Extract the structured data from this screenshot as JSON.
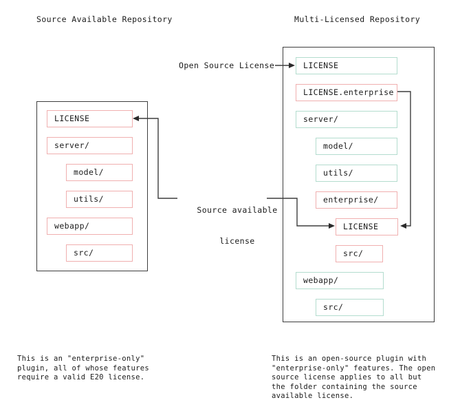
{
  "colors": {
    "enterprise_border": "#f0afaf",
    "opensource_border": "#b3dcce",
    "frame_border": "#3d3d3d",
    "text": "#1a1a1a",
    "background": "#ffffff"
  },
  "left_repo": {
    "title": "Source Available Repository",
    "items": [
      {
        "label": "LICENSE",
        "kind": "enterprise",
        "indent": 0
      },
      {
        "label": "server/",
        "kind": "enterprise",
        "indent": 0
      },
      {
        "label": "model/",
        "kind": "enterprise",
        "indent": 1
      },
      {
        "label": "utils/",
        "kind": "enterprise",
        "indent": 1
      },
      {
        "label": "webapp/",
        "kind": "enterprise",
        "indent": 0
      },
      {
        "label": "src/",
        "kind": "enterprise",
        "indent": 1
      }
    ],
    "caption": "This is an \"enterprise-only\"\nplugin, all of whose features\nrequire a valid E20 license."
  },
  "right_repo": {
    "title": "Multi-Licensed Repository",
    "items": [
      {
        "label": "LICENSE",
        "kind": "opensource",
        "indent": 0
      },
      {
        "label": "LICENSE.enterprise",
        "kind": "enterprise",
        "indent": 0
      },
      {
        "label": "server/",
        "kind": "opensource",
        "indent": 0
      },
      {
        "label": "model/",
        "kind": "opensource",
        "indent": 1
      },
      {
        "label": "utils/",
        "kind": "opensource",
        "indent": 1
      },
      {
        "label": "enterprise/",
        "kind": "enterprise",
        "indent": 1
      },
      {
        "label": "LICENSE",
        "kind": "enterprise",
        "indent": 2
      },
      {
        "label": "src/",
        "kind": "enterprise",
        "indent": 2
      },
      {
        "label": "webapp/",
        "kind": "opensource",
        "indent": 0
      },
      {
        "label": "src/",
        "kind": "opensource",
        "indent": 1
      }
    ],
    "caption": "This is an open-source plugin with\n\"enterprise-only\" features. The open\nsource license applies to all but\nthe folder containing the source\navailable license."
  },
  "annotations": {
    "open_source_license": "Open Source License",
    "source_available_license_line1": "Source available",
    "source_available_license_line2": "license"
  }
}
